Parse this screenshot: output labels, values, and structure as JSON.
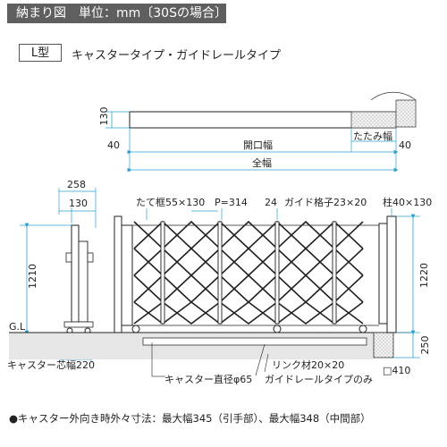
{
  "header": {
    "title": "納まり図　単位：mm〔30Sの場合〕"
  },
  "type_tag": "L型",
  "type_desc": "キャスタータイプ・ガイドレールタイプ",
  "plan": {
    "height_130": "130",
    "left_40": "40",
    "opening": "開口幅",
    "right_40": "40",
    "fold_width": "たたみ幅",
    "total_width": "全幅"
  },
  "side": {
    "w258": "258",
    "w130": "130",
    "h1210": "1210",
    "gl": "G.L",
    "caster_center": "キャスター芯幅220"
  },
  "front": {
    "frame": "たて框55×130",
    "pitch": "P=314",
    "d24": "24",
    "guide": "ガイド格子23×20",
    "post": "柱40×130",
    "h1220": "1220",
    "h250": "250",
    "link": "リンク材20×20",
    "rail_only": "ガイドレールタイプのみ",
    "caster_dia": "キャスター直径φ65",
    "box410": "□410"
  },
  "footnote": "●キャスター外向き時外々寸法：最大幅345（引手部）、最大幅348（中間部）"
}
